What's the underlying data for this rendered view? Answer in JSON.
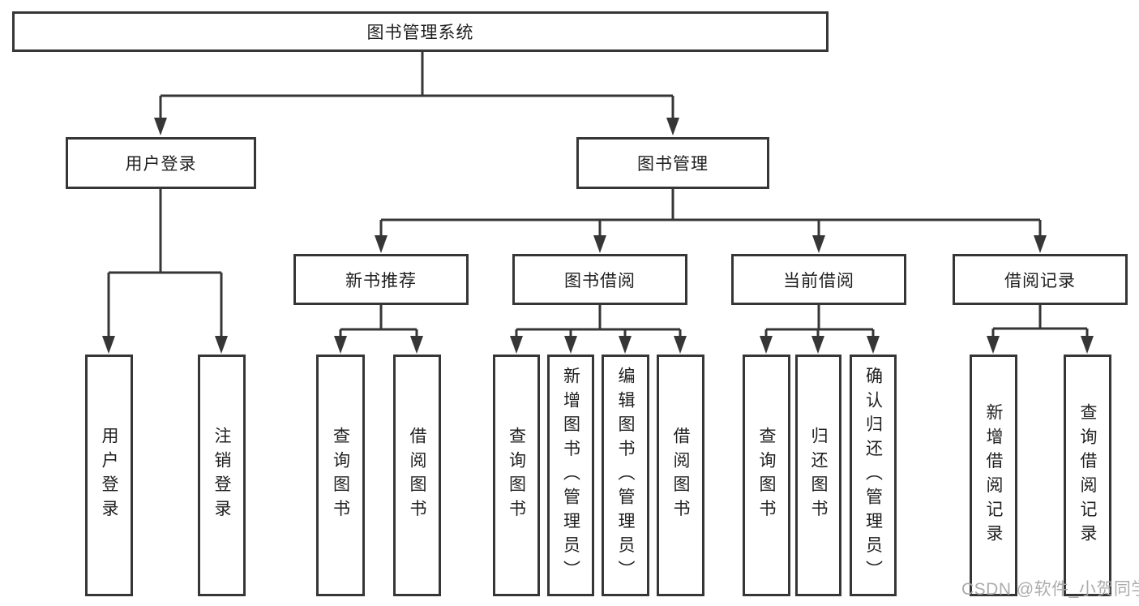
{
  "tree": {
    "root": {
      "label": "图书管理系统"
    },
    "branches": [
      {
        "label": "用户登录",
        "children": [
          {
            "label": "用户登录"
          },
          {
            "label": "注销登录"
          }
        ]
      },
      {
        "label": "图书管理",
        "children": [
          {
            "label": "新书推荐",
            "children": [
              {
                "label": "查询图书"
              },
              {
                "label": "借阅图书"
              }
            ]
          },
          {
            "label": "图书借阅",
            "children": [
              {
                "label": "查询图书"
              },
              {
                "label": "新增图书（管理员）"
              },
              {
                "label": "编辑图书（管理员）"
              },
              {
                "label": "借阅图书"
              }
            ]
          },
          {
            "label": "当前借阅",
            "children": [
              {
                "label": "查询图书"
              },
              {
                "label": "归还图书"
              },
              {
                "label": "确认归还（管理员）"
              }
            ]
          },
          {
            "label": "借阅记录",
            "children": [
              {
                "label": "新增借阅记录"
              },
              {
                "label": "查询借阅记录"
              }
            ]
          }
        ]
      }
    ]
  },
  "watermark": {
    "text": "CSDN @软件_小贺同学"
  },
  "colors": {
    "line": "#363636",
    "text": "#1f1f1f",
    "background": "#ffffff",
    "watermark": "#a8a8a8"
  }
}
